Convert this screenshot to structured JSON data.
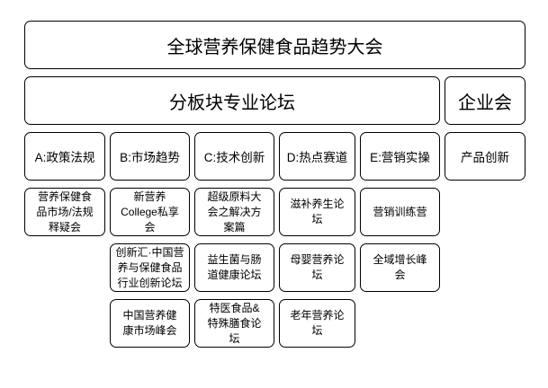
{
  "colors": {
    "border": "#000000",
    "background": "#ffffff",
    "text": "#000000"
  },
  "conference": {
    "title": "全球营养保健食品趋势大会",
    "forum_header": "分板块专业论坛",
    "enterprise": "企业会"
  },
  "tracks": [
    "A:政策法规",
    "B:市场趋势",
    "C:技术创新",
    "D:热点赛道",
    "E:营销实操",
    "产品创新"
  ],
  "forums": {
    "row_a": [
      "营养保健食\n品市场/法规\n释疑会",
      "新营养\nCollege私享\n会",
      "超级原料大\n会之解决方\n案篇",
      "滋补养生论\n坛",
      "营销训练营"
    ],
    "row_b": [
      "创新汇·中国营\n养与保健食品\n行业创新论坛",
      "益生菌与肠\n道健康论坛",
      "母婴营养论\n坛",
      "全域增长峰\n会"
    ],
    "row_c": [
      "中国营养健\n康市场峰会",
      "特医食品&\n特殊膳食论\n坛",
      "老年营养论\n坛"
    ]
  }
}
